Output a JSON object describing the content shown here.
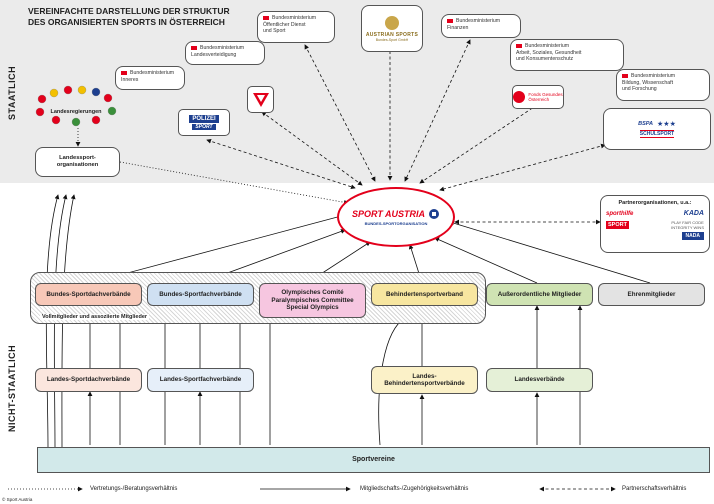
{
  "title": {
    "line1": "VEREINFACHTE DARSTELLUNG DER STRUKTUR",
    "line2": "DES ORGANISIERTEN SPORTS IN ÖSTERREICH"
  },
  "side_labels": {
    "top": "STAATLICH",
    "bottom": "NICHT-STAATLICH"
  },
  "ministries": [
    {
      "line1": "Bundesministerium",
      "line2": "Inneres",
      "line3": ""
    },
    {
      "line1": "Bundesministerium",
      "line2": "Landesverteidigung",
      "line3": ""
    },
    {
      "line1": "Bundesministerium",
      "line2": "Öffentlicher Dienst",
      "line3": "und Sport"
    },
    {
      "line1": "Bundesministerium",
      "line2": "Finanzen",
      "line3": ""
    },
    {
      "line1": "Bundesministerium",
      "line2": "Arbeit, Soziales, Gesundheit",
      "line3": "und Konsumentenschutz"
    },
    {
      "line1": "Bundesministerium",
      "line2": "Bildung, Wissenschaft",
      "line3": "und Forschung"
    }
  ],
  "logos": {
    "austrian_sports": "AUSTRIAN SPORTS",
    "austrian_sports_sub": "Bundes-Sport GmbH",
    "polizei": "POLIZEI",
    "polizei_sport": "SPORT",
    "fgoe_line1": "Fonds Gesundes",
    "fgoe_line2": "Österreich",
    "bsp": "BSPA",
    "schulsport": "SCHULSPORT",
    "sport_austria": "SPORT AUSTRIA",
    "sport_austria_sub": "BUNDES-SPORTORGANISATION",
    "sporthilfe": "sporthilfe",
    "kada": "KADA",
    "playfair_line1": "PLAY FAIR CODE",
    "playfair_line2": "INTEGRITY WINS",
    "hundert_sport": "SPORT",
    "nada": "NADA"
  },
  "landesregierungen": "Landesregierungen",
  "landessport_line1": "Landessport-",
  "landessport_line2": "organisationen",
  "partner_title": "Partnerorganisationen, u.a.:",
  "boxes": {
    "bsdv": "Bundes-Sportdachverbände",
    "bsfv": "Bundes-Sportfachverbände",
    "ocs_line1": "Olympisches Comité",
    "ocs_line2": "Paralympisches Committee",
    "ocs_line3": "Special Olympics",
    "behinderten": "Behindertensportverband",
    "ausserordentlich": "Außerordentliche Mitglieder",
    "ehren": "Ehrenmitglieder",
    "voll": "Vollmitglieder und assoziierte Mitglieder",
    "lsdv": "Landes-Sportdachverbände",
    "lsfv": "Landes-Sportfachverbände",
    "lbsv_line1": "Landes-",
    "lbsv_line2": "Behindertensportverbände",
    "landesverbaende": "Landesverbände",
    "sportvereine": "Sportvereine"
  },
  "legend": {
    "dotted": "Vertretungs-/Beratungsverhältnis",
    "solid": "Mitgliedschafts-/Zugehörigkeitsverhältnis",
    "dashed": "Partnerschaftsverhältnis"
  },
  "copyright": "© Sport Austria",
  "colors": {
    "accent_red": "#e3001b",
    "bsdv": "#f7c8b8",
    "bsfv": "#cfe0f2",
    "ocs": "#f6c6e0",
    "behinderten": "#f7e6a0",
    "ausserordentlich": "#cfe3b3",
    "ehren": "#e3e3e3",
    "sportvereine": "#d2e9ea",
    "top_band": "#ebebeb"
  }
}
